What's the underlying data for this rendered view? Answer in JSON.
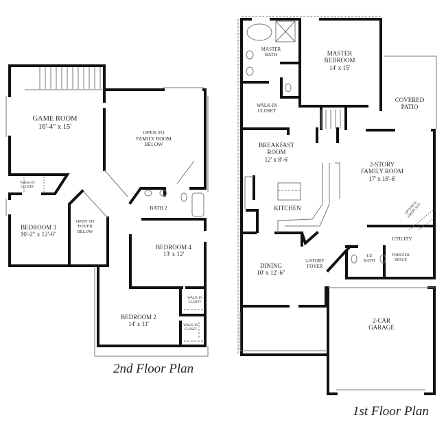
{
  "second_floor": {
    "caption": "2nd Floor Plan",
    "rooms": {
      "game_room": {
        "name": "GAME ROOM",
        "size": "16'-4\" x 15'"
      },
      "open_family": {
        "line1": "OPEN TO",
        "line2": "FAMILY ROOM",
        "line3": "BELOW"
      },
      "walk_in_closet_3": {
        "line1": "WALK-IN",
        "line2": "CLOSET"
      },
      "bedroom3": {
        "name": "BEDROOM 3",
        "size": "10'-2\" x 12'-6\""
      },
      "open_foyer": {
        "line1": "OPEN TO",
        "line2": "FOYER",
        "line3": "BELOW"
      },
      "bath2": {
        "name": "BATH 2"
      },
      "bedroom4": {
        "name": "BEDROOM 4",
        "size": "13' x 12'"
      },
      "walk_in_closet_4": {
        "line1": "WALK-IN",
        "line2": "CLOSET"
      },
      "bedroom2": {
        "name": "BEDROOM 2",
        "size": "14' x 11'"
      },
      "walk_in_closet_2": {
        "line1": "WALK-IN",
        "line2": "CLOSET"
      }
    }
  },
  "first_floor": {
    "caption": "1st Floor Plan",
    "rooms": {
      "master_bath": {
        "line1": "MASTER",
        "line2": "BATH"
      },
      "master_bedroom": {
        "line1": "MASTER",
        "line2": "BEDROOM",
        "size": "14' x 15'"
      },
      "walk_in_closet": {
        "line1": "WALK-IN",
        "line2": "CLOSET"
      },
      "covered_patio": {
        "line1": "COVERED",
        "line2": "PATIO"
      },
      "breakfast": {
        "line1": "BREAKFAST",
        "line2": "ROOM",
        "size": "12' x 8'-6'"
      },
      "kitchen": {
        "name": "KITCHEN"
      },
      "family_room": {
        "line1": "2-STORY",
        "line2": "FAMILY ROOM",
        "size": "17' x 16'-6'"
      },
      "fireplace": {
        "line1": "OPTIONAL",
        "line2": "FIREPLACE"
      },
      "utility": {
        "name": "UTILITY"
      },
      "half_bath": {
        "line1": "1/2",
        "line2": "BATH"
      },
      "freezer": {
        "line1": "FREEZER",
        "line2": "SPACE"
      },
      "dining": {
        "name": "DINING",
        "size": "10' x 12'-6\""
      },
      "foyer": {
        "line1": "2-STORY",
        "line2": "FOYER"
      },
      "garage": {
        "line1": "2-CAR",
        "line2": "GARAGE"
      }
    }
  }
}
